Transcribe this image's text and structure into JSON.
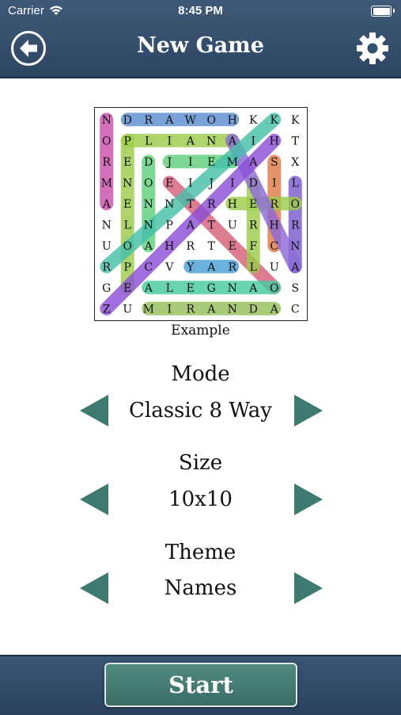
{
  "status_bar": {
    "carrier": "Carrier",
    "time": "8:45 PM"
  },
  "header": {
    "title": "New Game",
    "back_icon": "arrow-left-circle-icon",
    "settings_icon": "gear-icon"
  },
  "puzzle": {
    "rows": [
      "NDRAWOHKKK",
      "OPLIANAIHT",
      "REDJIEMASX",
      "MNOEIJIDIL",
      "AENNTRHERO",
      "NLNPATURHR",
      "UOAHRTEFCN",
      "RPCVYARLUA",
      "GEALEGNAOS",
      "ZUMIRANDAC"
    ],
    "highlights": [
      {
        "r1": 0,
        "c1": 0,
        "r2": 4,
        "c2": 0,
        "color": "#c94fae"
      },
      {
        "r1": 0,
        "c1": 1,
        "r2": 0,
        "c2": 6,
        "color": "#5b8fd0"
      },
      {
        "r1": 1,
        "c1": 1,
        "r2": 1,
        "c2": 6,
        "color": "#9ccc4a"
      },
      {
        "r1": 1,
        "c1": 1,
        "r2": 8,
        "c2": 1,
        "color": "#9ccc4a"
      },
      {
        "r1": 2,
        "c1": 2,
        "r2": 6,
        "c2": 2,
        "color": "#5fcf7a"
      },
      {
        "r1": 2,
        "c1": 3,
        "r2": 2,
        "c2": 6,
        "color": "#5fcf7a"
      },
      {
        "r1": 3,
        "c1": 3,
        "r2": 8,
        "c2": 8,
        "color": "#d4607a"
      },
      {
        "r1": 2,
        "c1": 8,
        "r2": 6,
        "c2": 8,
        "color": "#df7a48"
      },
      {
        "r1": 3,
        "c1": 9,
        "r2": 7,
        "c2": 9,
        "color": "#7a5bd0"
      },
      {
        "r1": 4,
        "c1": 6,
        "r2": 4,
        "c2": 9,
        "color": "#9ccc4a"
      },
      {
        "r1": 3,
        "c1": 7,
        "r2": 7,
        "c2": 7,
        "color": "#9ccc4a"
      },
      {
        "r1": 1,
        "c1": 6,
        "r2": 7,
        "c2": 9,
        "color": "#8c6ad6"
      },
      {
        "r1": 0,
        "c1": 8,
        "r2": 7,
        "c2": 0,
        "color": "#46bfa8"
      },
      {
        "r1": 1,
        "c1": 8,
        "r2": 9,
        "c2": 0,
        "color": "#8c4fd6"
      },
      {
        "r1": 7,
        "c1": 4,
        "r2": 7,
        "c2": 6,
        "color": "#4aa0d6"
      },
      {
        "r1": 8,
        "c1": 2,
        "r2": 8,
        "c2": 8,
        "color": "#46c9a0"
      },
      {
        "r1": 9,
        "c1": 2,
        "r2": 9,
        "c2": 8,
        "color": "#95c05a"
      }
    ]
  },
  "example_label": "Example",
  "mode": {
    "title": "Mode",
    "value": "Classic 8 Way"
  },
  "size": {
    "title": "Size",
    "value": "10x10"
  },
  "theme": {
    "title": "Theme",
    "value": "Names"
  },
  "start_label": "Start",
  "colors": {
    "accent": "#3f7a70",
    "header": "#34506f"
  }
}
